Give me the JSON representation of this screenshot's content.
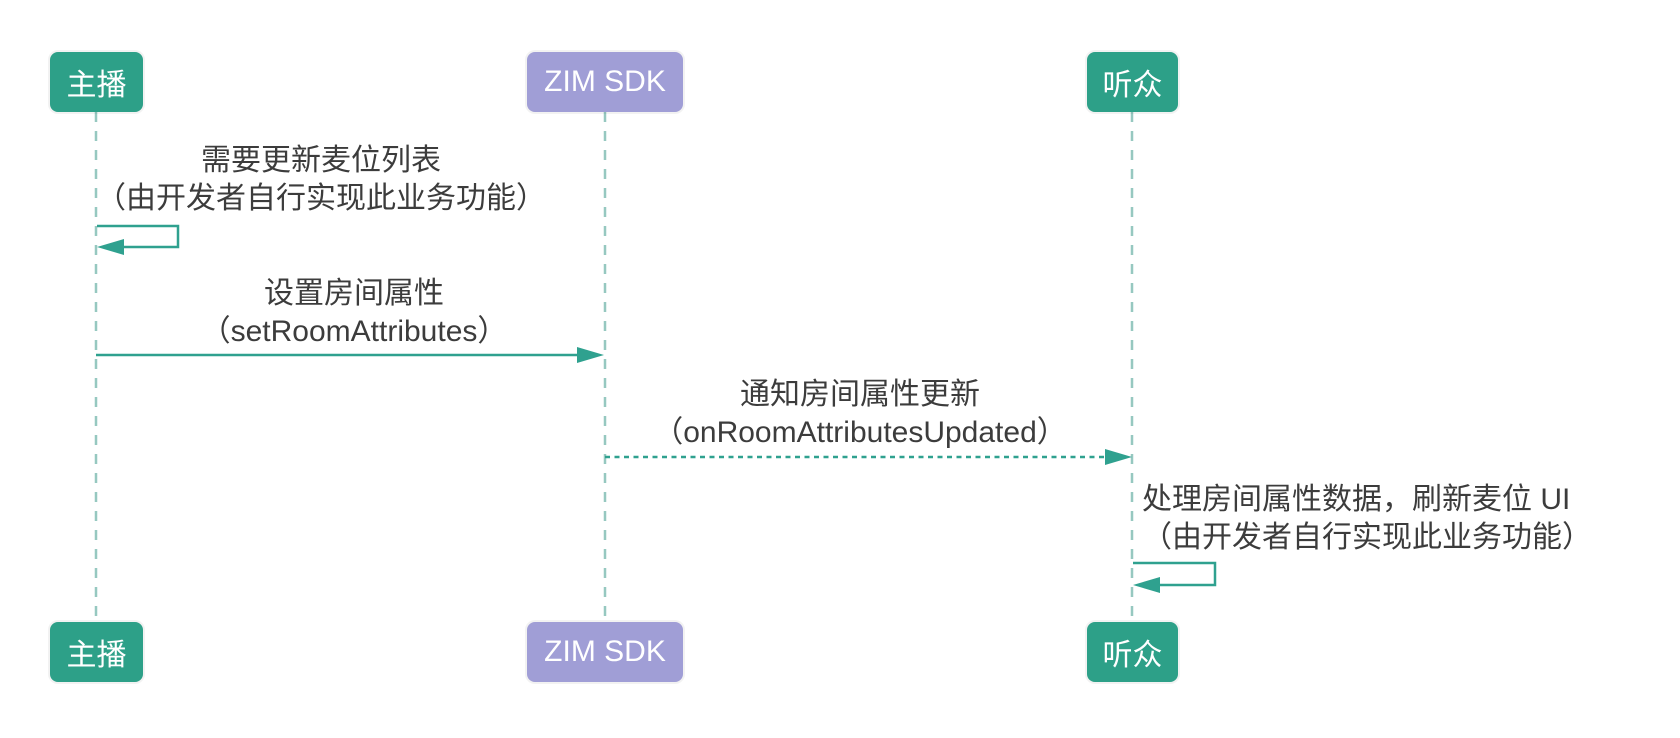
{
  "actors": [
    {
      "id": "host",
      "label": "主播"
    },
    {
      "id": "zim-sdk",
      "label": "ZIM SDK"
    },
    {
      "id": "audience",
      "label": "听众"
    }
  ],
  "messages": [
    {
      "kind": "self-message",
      "actor": "host",
      "line1": "需要更新麦位列表",
      "line2": "（由开发者自行实现此业务功能）"
    },
    {
      "kind": "solid-arrow",
      "from": "host",
      "to": "zim-sdk",
      "line1": "设置房间属性",
      "line2": "（setRoomAttributes）"
    },
    {
      "kind": "dashed-arrow",
      "from": "zim-sdk",
      "to": "audience",
      "line1": "通知房间属性更新",
      "line2": "（onRoomAttributesUpdated）"
    },
    {
      "kind": "self-message",
      "actor": "audience",
      "line1": "处理房间属性数据，刷新麦位 UI",
      "line2": "（由开发者自行实现此业务功能）"
    }
  ],
  "colors": {
    "actor_host": "#2DA088",
    "actor_sdk": "#A09ED6",
    "actor_audience": "#2DA088",
    "lifeline": "#96C8C0",
    "arrow": "#2FA18F",
    "message_text": "#3C3C3C",
    "background": "#FFFFFF"
  }
}
